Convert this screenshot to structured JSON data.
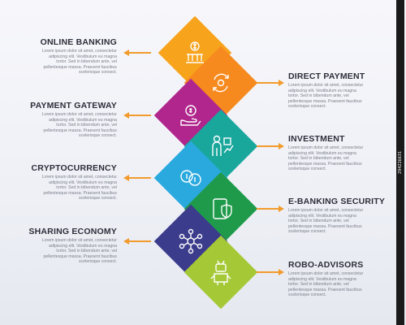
{
  "steps": [
    {
      "title": "ONLINE BANKING",
      "side": "left",
      "color": "#f7a31c",
      "icon": "bank-icon"
    },
    {
      "title": "DIRECT PAYMENT",
      "side": "right",
      "color": "#f68a1f",
      "icon": "exchange-icon"
    },
    {
      "title": "PAYMENT GATEWAY",
      "side": "left",
      "color": "#b0268d",
      "icon": "coin-hand-icon"
    },
    {
      "title": "INVESTMENT",
      "side": "right",
      "color": "#19a79b",
      "icon": "investor-icon"
    },
    {
      "title": "CRYPTOCURRENCY",
      "side": "left",
      "color": "#2aa9df",
      "icon": "coins-icon"
    },
    {
      "title": "E-BANKING SECURITY",
      "side": "right",
      "color": "#1f9a4a",
      "icon": "shield-phone-icon"
    },
    {
      "title": "SHARING ECONOMY",
      "side": "left",
      "color": "#3b3c8c",
      "icon": "network-icon"
    },
    {
      "title": "ROBO-ADVISORS",
      "side": "right",
      "color": "#a5c936",
      "icon": "robot-icon"
    }
  ],
  "body_text": "Lorem ipsum dolor sit amet, consectetur adipiscing elit. Vestibulum eu magna tortor. Sed in bibendum ante, vel pellentesque massa. Praesent faucibus scelerisque consect.",
  "stock_id": "294226631",
  "colors": {
    "arrow": "#f29b2c",
    "title": "#2e2e3a",
    "body": "#7b7e8a"
  }
}
